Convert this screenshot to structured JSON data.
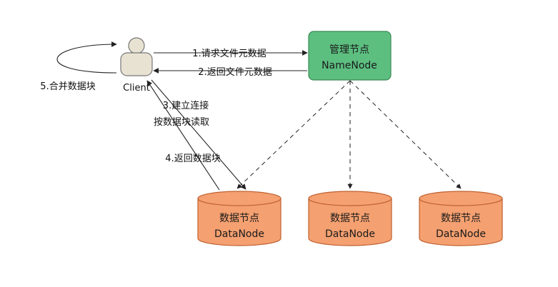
{
  "client": {
    "label": "Client"
  },
  "namenode": {
    "title": "管理节点",
    "subtitle": "NameNode"
  },
  "datanodes": [
    {
      "title": "数据节点",
      "subtitle": "DataNode"
    },
    {
      "title": "数据节点",
      "subtitle": "DataNode"
    },
    {
      "title": "数据节点",
      "subtitle": "DataNode"
    }
  ],
  "steps": {
    "s1": "1.请求文件元数据",
    "s2": "2.返回文件元数据",
    "s3_line1": "3.建立连接",
    "s3_line2": "按数据块读取",
    "s4": "4.返回数据块",
    "s5": "5.合并数据块"
  },
  "colors": {
    "namenode_fill": "#5cbf80",
    "namenode_stroke": "#3a8a55",
    "datanode_fill": "#f4a070",
    "datanode_stroke": "#c06030",
    "client_fill": "#e8e2d2",
    "client_stroke": "#777777",
    "line": "#222222"
  }
}
